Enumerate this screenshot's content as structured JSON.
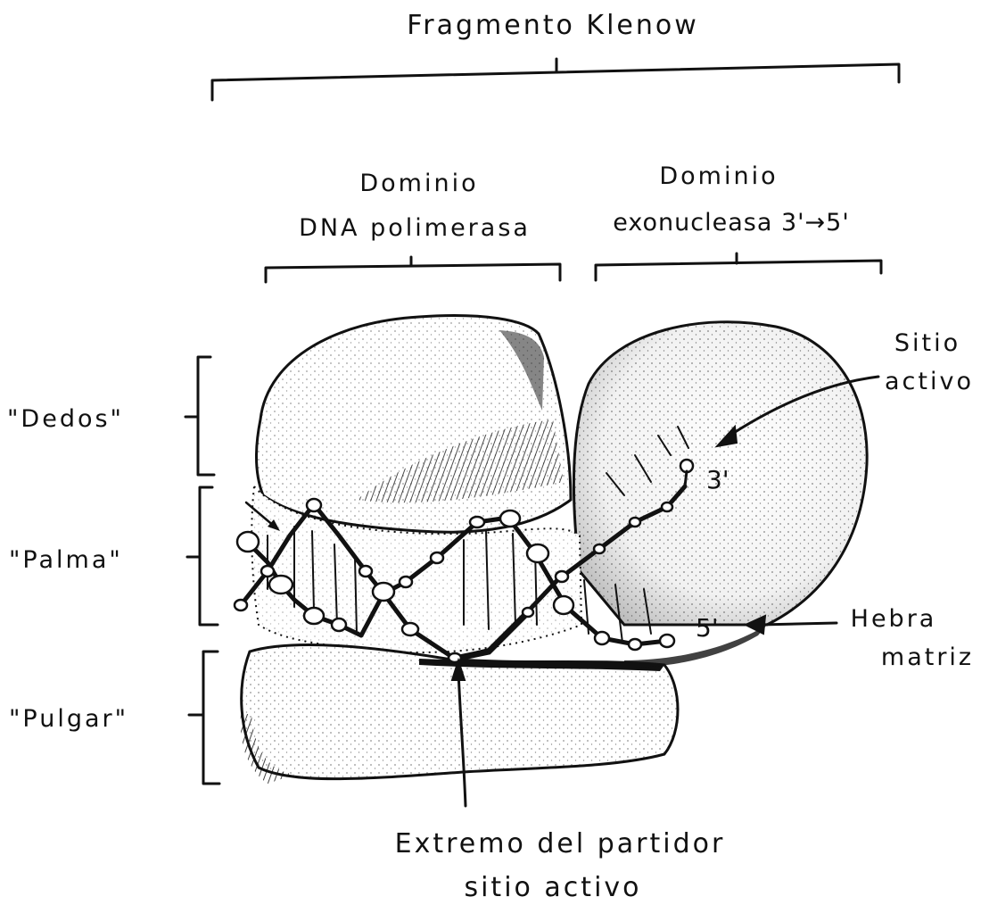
{
  "title": "Fragmento Klenow",
  "domains": {
    "polymerase_line1": "Dominio",
    "polymerase_line2": "DNA polimerasa",
    "exonuclease_line1": "Dominio",
    "exonuclease_line2": "exonucleasa 3'→5'"
  },
  "subdomains": {
    "fingers": "\"Dedos\"",
    "palm": "\"Palma\"",
    "thumb": "\"Pulgar\""
  },
  "active_site": {
    "line1": "Sitio",
    "line2": "activo"
  },
  "template_strand": {
    "line1": "Hebra",
    "line2": "matriz"
  },
  "dna_ends": {
    "three_prime": "3'",
    "five_prime": "5'"
  },
  "primer_end": {
    "line1": "Extremo del partidor",
    "line2": "sitio activo"
  }
}
